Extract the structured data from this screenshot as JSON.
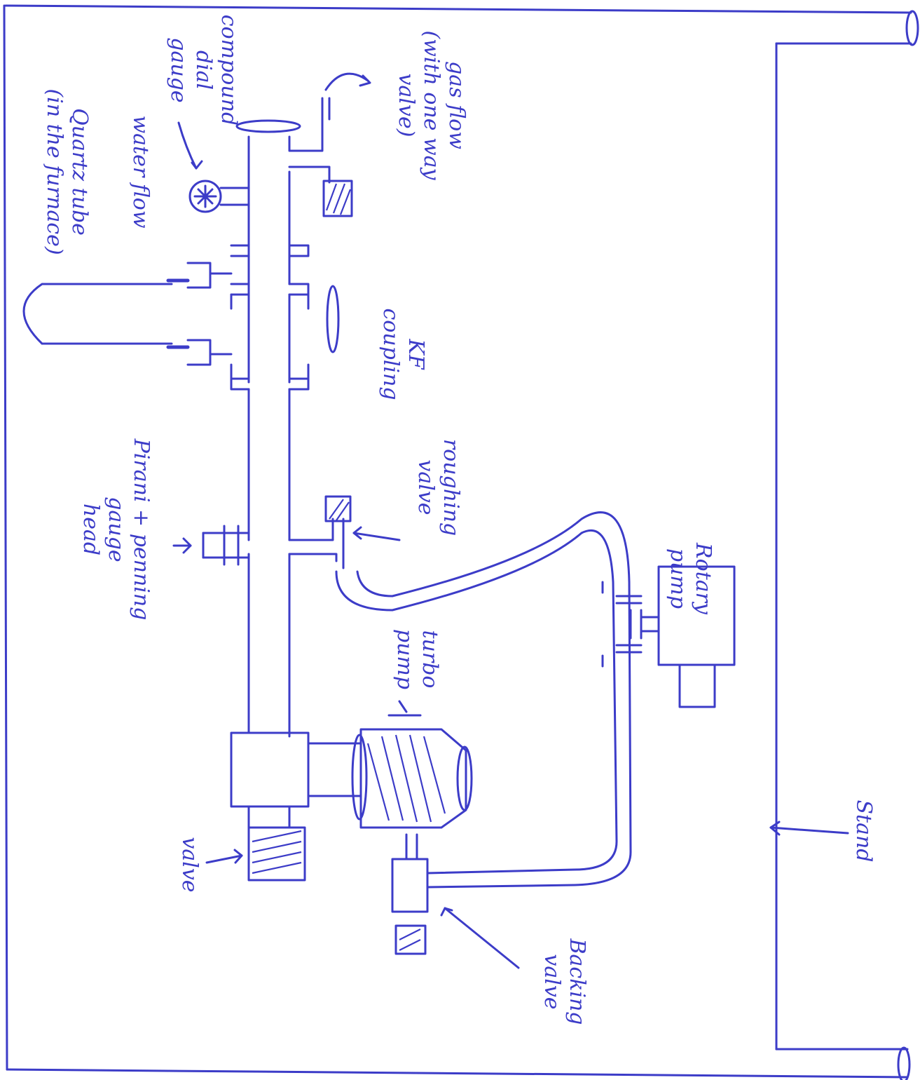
{
  "labels": {
    "quartz_tube": {
      "line1": "Quartz tube",
      "line2": "(in the furnace)"
    },
    "water_flow": "water flow",
    "compound_gauge": {
      "line1": "compound",
      "line2": "dial",
      "line3": "gauge"
    },
    "gas_flow": {
      "line1": "gas flow",
      "line2": "(with one way",
      "line3": "valve)"
    },
    "kf_coupling": {
      "line1": "KF",
      "line2": "coupling"
    },
    "pirani_gauge": {
      "line1": "Pirani + penning",
      "line2": "gauge",
      "line3": "head"
    },
    "roughing_valve": {
      "line1": "roughing",
      "line2": "valve"
    },
    "rotary_pump": {
      "line1": "Rotary",
      "line2": "pump"
    },
    "turbo_pump": {
      "line1": "turbo",
      "line2": "pump"
    },
    "valve": "valve",
    "backing_valve": {
      "line1": "Backing",
      "line2": "valve"
    },
    "stand": "Stand"
  },
  "colors": {
    "ink": "#3c3cc8",
    "paper": "#ffffff"
  }
}
